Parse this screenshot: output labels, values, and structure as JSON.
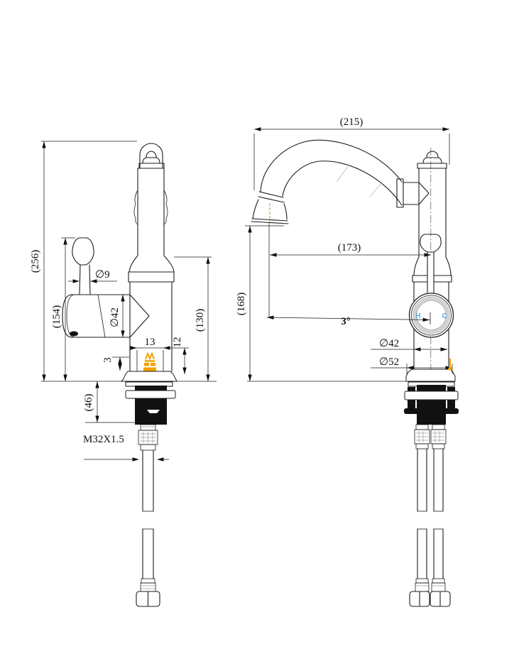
{
  "page": {
    "background": "#ffffff"
  },
  "colors": {
    "line": "#1c1c1c",
    "accent_orange": "#f2a200",
    "hc_blue": "#58abe0",
    "dial_ring_gray": "#d2d2d2"
  },
  "side_view": {
    "overall_height": "(256)",
    "handle_height": "(154)",
    "mount_depth": "(46)",
    "handle_stem_diameter": "∅9",
    "cartridge_diameter": "∅42",
    "deck_lip": "3",
    "slot_width": "13",
    "slot_depth": "12",
    "body_height": "(130)",
    "thread_spec": "M32X1.5"
  },
  "front_view": {
    "overall_width": "(215)",
    "spout_reach": "(173)",
    "outlet_height": "(168)",
    "outlet_angle": "3°",
    "body_diameter": "∅42",
    "base_diameter": "∅52",
    "hot_label": "H",
    "cold_label": "C"
  }
}
